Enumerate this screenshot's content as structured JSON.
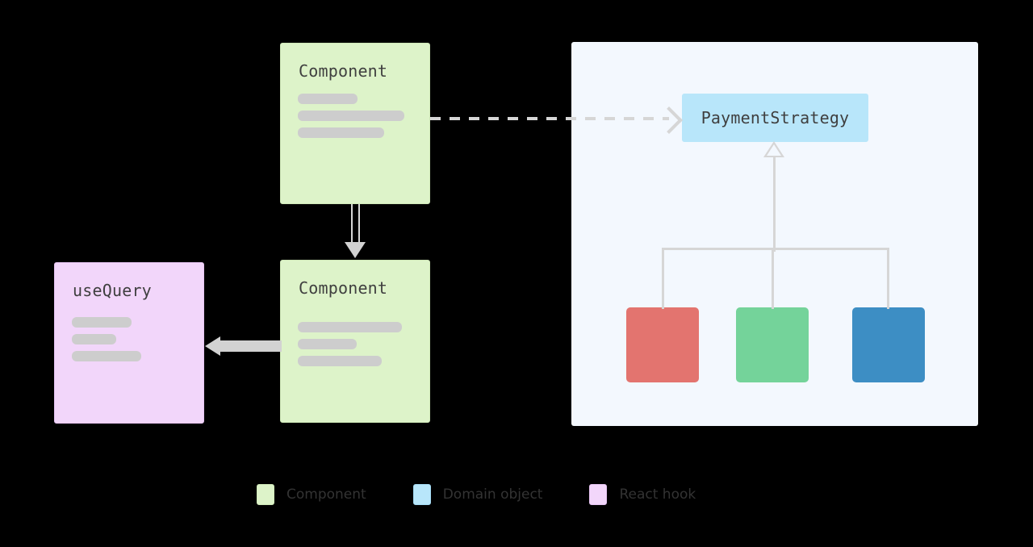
{
  "diagram": {
    "background_color": "#000000",
    "panel": {
      "name": "domain-panel",
      "fill": "#f3f8fe"
    },
    "nodes": [
      {
        "id": "component-top",
        "title": "Component",
        "kind": "component",
        "fill": "#ddf3c9",
        "bars": [
          74,
          132,
          107
        ]
      },
      {
        "id": "component-bottom",
        "title": "Component",
        "kind": "component",
        "fill": "#ddf3c9",
        "bars": [
          129,
          73,
          104
        ]
      },
      {
        "id": "usequery",
        "title": "useQuery",
        "kind": "hook",
        "fill": "#f2d6fa",
        "bars": [
          74,
          55,
          86
        ]
      },
      {
        "id": "payment-strategy",
        "title": "PaymentStrategy",
        "kind": "domain",
        "fill": "#b8e6fa"
      }
    ],
    "strategies": [
      {
        "id": "strategy-1",
        "color": "#e3746f"
      },
      {
        "id": "strategy-2",
        "color": "#74d39a"
      },
      {
        "id": "strategy-3",
        "color": "#3d8ec4"
      }
    ],
    "connector_color": "#d6d6d6"
  },
  "legend": {
    "items": [
      {
        "label": "Component",
        "color": "#ddf3c9",
        "border": "#cfe8b8"
      },
      {
        "label": "Domain object",
        "color": "#b8e6fa",
        "border": "#a5dcf5"
      },
      {
        "label": "React hook",
        "color": "#f2d6fa",
        "border": "#e6c4f2"
      }
    ]
  }
}
